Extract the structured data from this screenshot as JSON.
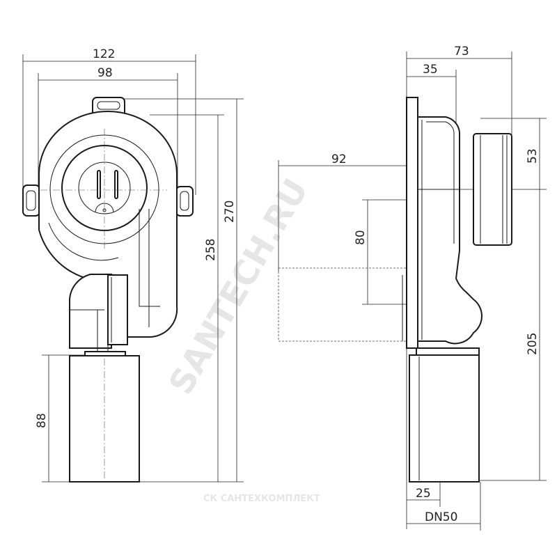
{
  "drawing": {
    "front_view": {
      "dim_width_overall": "122",
      "dim_width_body": "98",
      "dim_height_overall": "270",
      "dim_height_body": "258",
      "dim_pipe_height": "88"
    },
    "side_view": {
      "dim_depth_overall": "73",
      "dim_depth_plate": "35",
      "dim_outlet_height": "53",
      "dim_outlet_to_bottom": "205",
      "dim_inlet_reach": "92",
      "dim_inlet_height": "80",
      "dim_pipe_offset": "25",
      "dim_pipe_diameter": "DN50"
    },
    "watermarks": {
      "diagonal": "SANTECH.RU",
      "bottom": "СК САНТЕХКОМПЛЕКТ"
    }
  }
}
